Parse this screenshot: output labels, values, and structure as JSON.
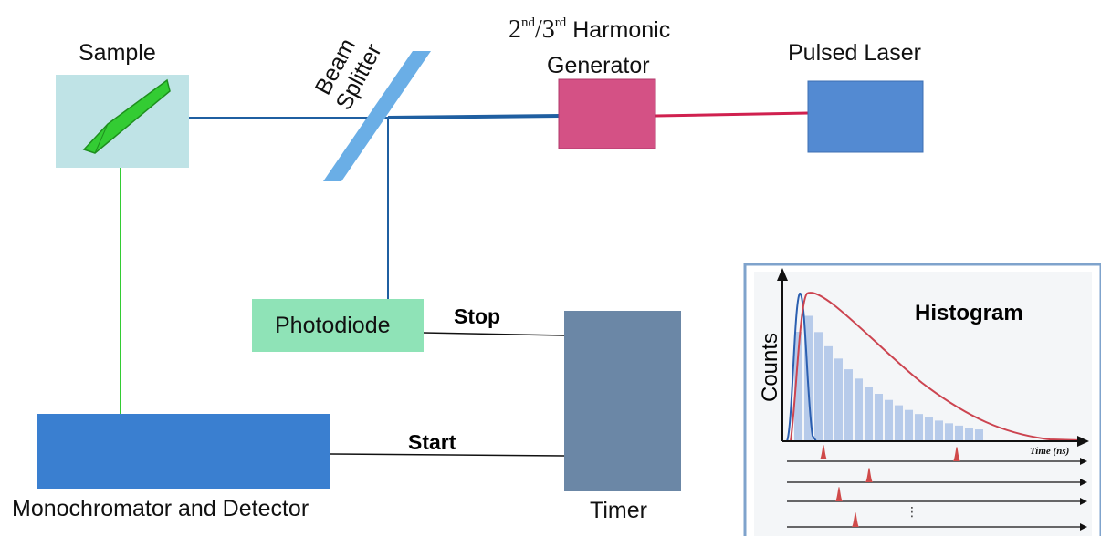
{
  "labels": {
    "sample": "Sample",
    "beam": "Beam",
    "splitter": "Splitter",
    "harmonic_line1_pre": "2",
    "harmonic_sup1": "nd",
    "harmonic_slash": "/3",
    "harmonic_sup2": "rd",
    "harmonic_line1_post": " Harmonic",
    "harmonic_line2": "Generator",
    "pulsed_laser": "Pulsed Laser",
    "photodiode": "Photodiode",
    "stop": "Stop",
    "start": "Start",
    "monochromator": "Monochromator and Detector",
    "timer": "Timer"
  },
  "inset": {
    "title": "Histogram",
    "ylabel": "Counts",
    "xlabel": "Time (ns)",
    "ellipsis": "⋮"
  },
  "colors": {
    "sample_box": "#bfe3e6",
    "sample_crystal": "#33cc33",
    "splitter": "#6aaee6",
    "harmonic_box": "#d45185",
    "laser_box": "#538ad2",
    "photodiode_box": "#8fe3b7",
    "timer_box": "#6b87a6",
    "monochromator_box": "#3a7fd0",
    "beam_blue": "#1f5fa1",
    "beam_red": "#d0204f",
    "beam_green": "#33cc33",
    "inset_border": "#7fa3cc"
  }
}
